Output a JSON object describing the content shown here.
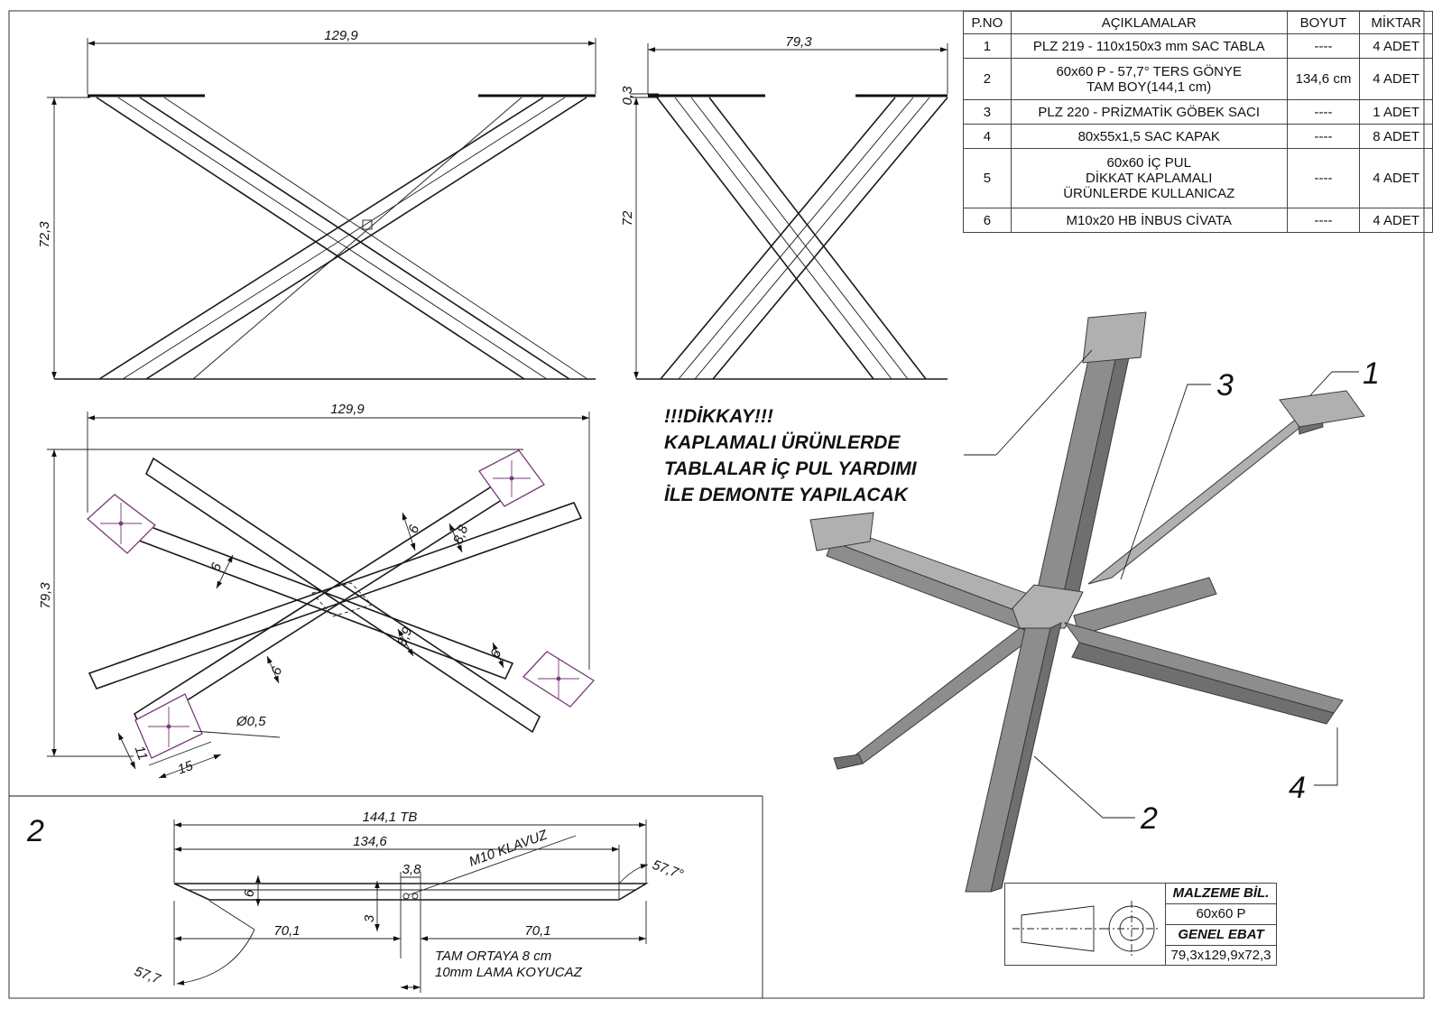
{
  "bom": {
    "headers": [
      "P.NO",
      "AÇIKLAMALAR",
      "BOYUT",
      "MİKTAR"
    ],
    "rows": [
      [
        "1",
        "PLZ 219 - 110x150x3 mm SAC TABLA",
        "----",
        "4 ADET"
      ],
      [
        "2",
        "60x60 P - 57,7° TERS GÖNYE\nTAM BOY(144,1 cm)",
        "134,6 cm",
        "4 ADET"
      ],
      [
        "3",
        "PLZ 220 - PRİZMATİK GÖBEK SACI",
        "----",
        "1 ADET"
      ],
      [
        "4",
        "80x55x1,5 SAC KAPAK",
        "----",
        "8 ADET"
      ],
      [
        "5",
        "60x60 İÇ PUL\nDİKKAT KAPLAMALI\nÜRÜNLERDE KULLANICAZ",
        "----",
        "4 ADET"
      ],
      [
        "6",
        "M10x20 HB İNBUS CİVATA",
        "----",
        "4 ADET"
      ]
    ]
  },
  "front_view": {
    "width": "129,9",
    "height": "72,3"
  },
  "side_view": {
    "width": "79,3",
    "plate": "0,3",
    "height": "72"
  },
  "top_view": {
    "width": "129,9",
    "depth": "79,3",
    "bar_a": "6",
    "bar_b": "6",
    "bar_c": "6",
    "bar_d": "6",
    "gap_a": "8,8",
    "gap_b": "8,9",
    "hole": "Ø0,5",
    "pad_w": "15",
    "pad_h": "11"
  },
  "warning": {
    "line1": "!!!DİKKAY!!!",
    "line2": "KAPLAMALI ÜRÜNLERDE",
    "line3": "TABLALAR İÇ PUL YARDIMI",
    "line4": "İLE DEMONTE YAPILACAK"
  },
  "callouts": {
    "c1": "1",
    "c2": "2",
    "c3": "3",
    "c4": "4"
  },
  "part_detail": {
    "label": "2",
    "total": "144,1 TB",
    "inner": "134,6",
    "tap": "M10 KLAVUZ",
    "hole_spacing": "3,8",
    "height": "6",
    "offset": "3",
    "left_half": "70,1",
    "right_half": "70,1",
    "angle_right": "57,7°",
    "angle_left": "57,7",
    "note_line1": "TAM ORTAYA 8 cm",
    "note_line2": "10mm LAMA KOYUCAZ"
  },
  "title_block": {
    "material_label": "MALZEME BİL.",
    "material_value": "60x60 P",
    "size_label": "GENEL EBAT",
    "size_value": "79,3x129,9x72,3"
  }
}
